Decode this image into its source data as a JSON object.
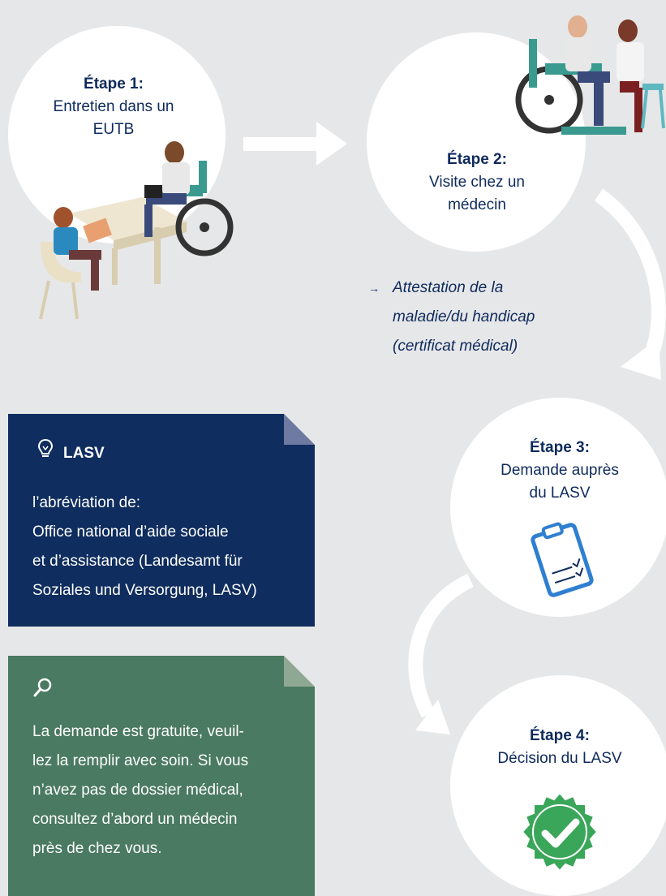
{
  "steps": [
    {
      "title": "Étape 1:",
      "desc_lines": [
        "Entretien dans un",
        "EUTB"
      ]
    },
    {
      "title": "Étape 2:",
      "desc_lines": [
        "Visite chez un",
        "médecin"
      ]
    },
    {
      "title": "Étape 3:",
      "desc_lines": [
        "Demande auprès",
        "du LASV"
      ]
    },
    {
      "title": "Étape 4:",
      "desc_lines": [
        "Décision du LASV"
      ]
    }
  ],
  "note": {
    "arrow": "→",
    "lines": [
      "Attestation de la",
      "maladie/du handicap",
      "(certificat médical)"
    ]
  },
  "info_box": {
    "icon": "lightbulb-icon",
    "title": "LASV",
    "lines": [
      "l’abréviation de:",
      "Office national d’aide sociale",
      "et d’assistance (Landesamt für",
      "Soziales und Versorgung, LASV)"
    ]
  },
  "tip_box": {
    "icon": "magnifier-icon",
    "lines": [
      "La demande est gratuite, veuil-",
      "lez la remplir avec soin. Si vous",
      "n’avez pas de dossier médical,",
      "consultez d’abord un médecin",
      "près de chez vous."
    ]
  },
  "colors": {
    "background": "#e6e7e8",
    "text_navy": "#0e2a5c",
    "box_navy": "#0f2d5e",
    "box_green": "#4a7a61",
    "check_green": "#3aa65a",
    "clipboard_blue": "#2f7fd1"
  }
}
